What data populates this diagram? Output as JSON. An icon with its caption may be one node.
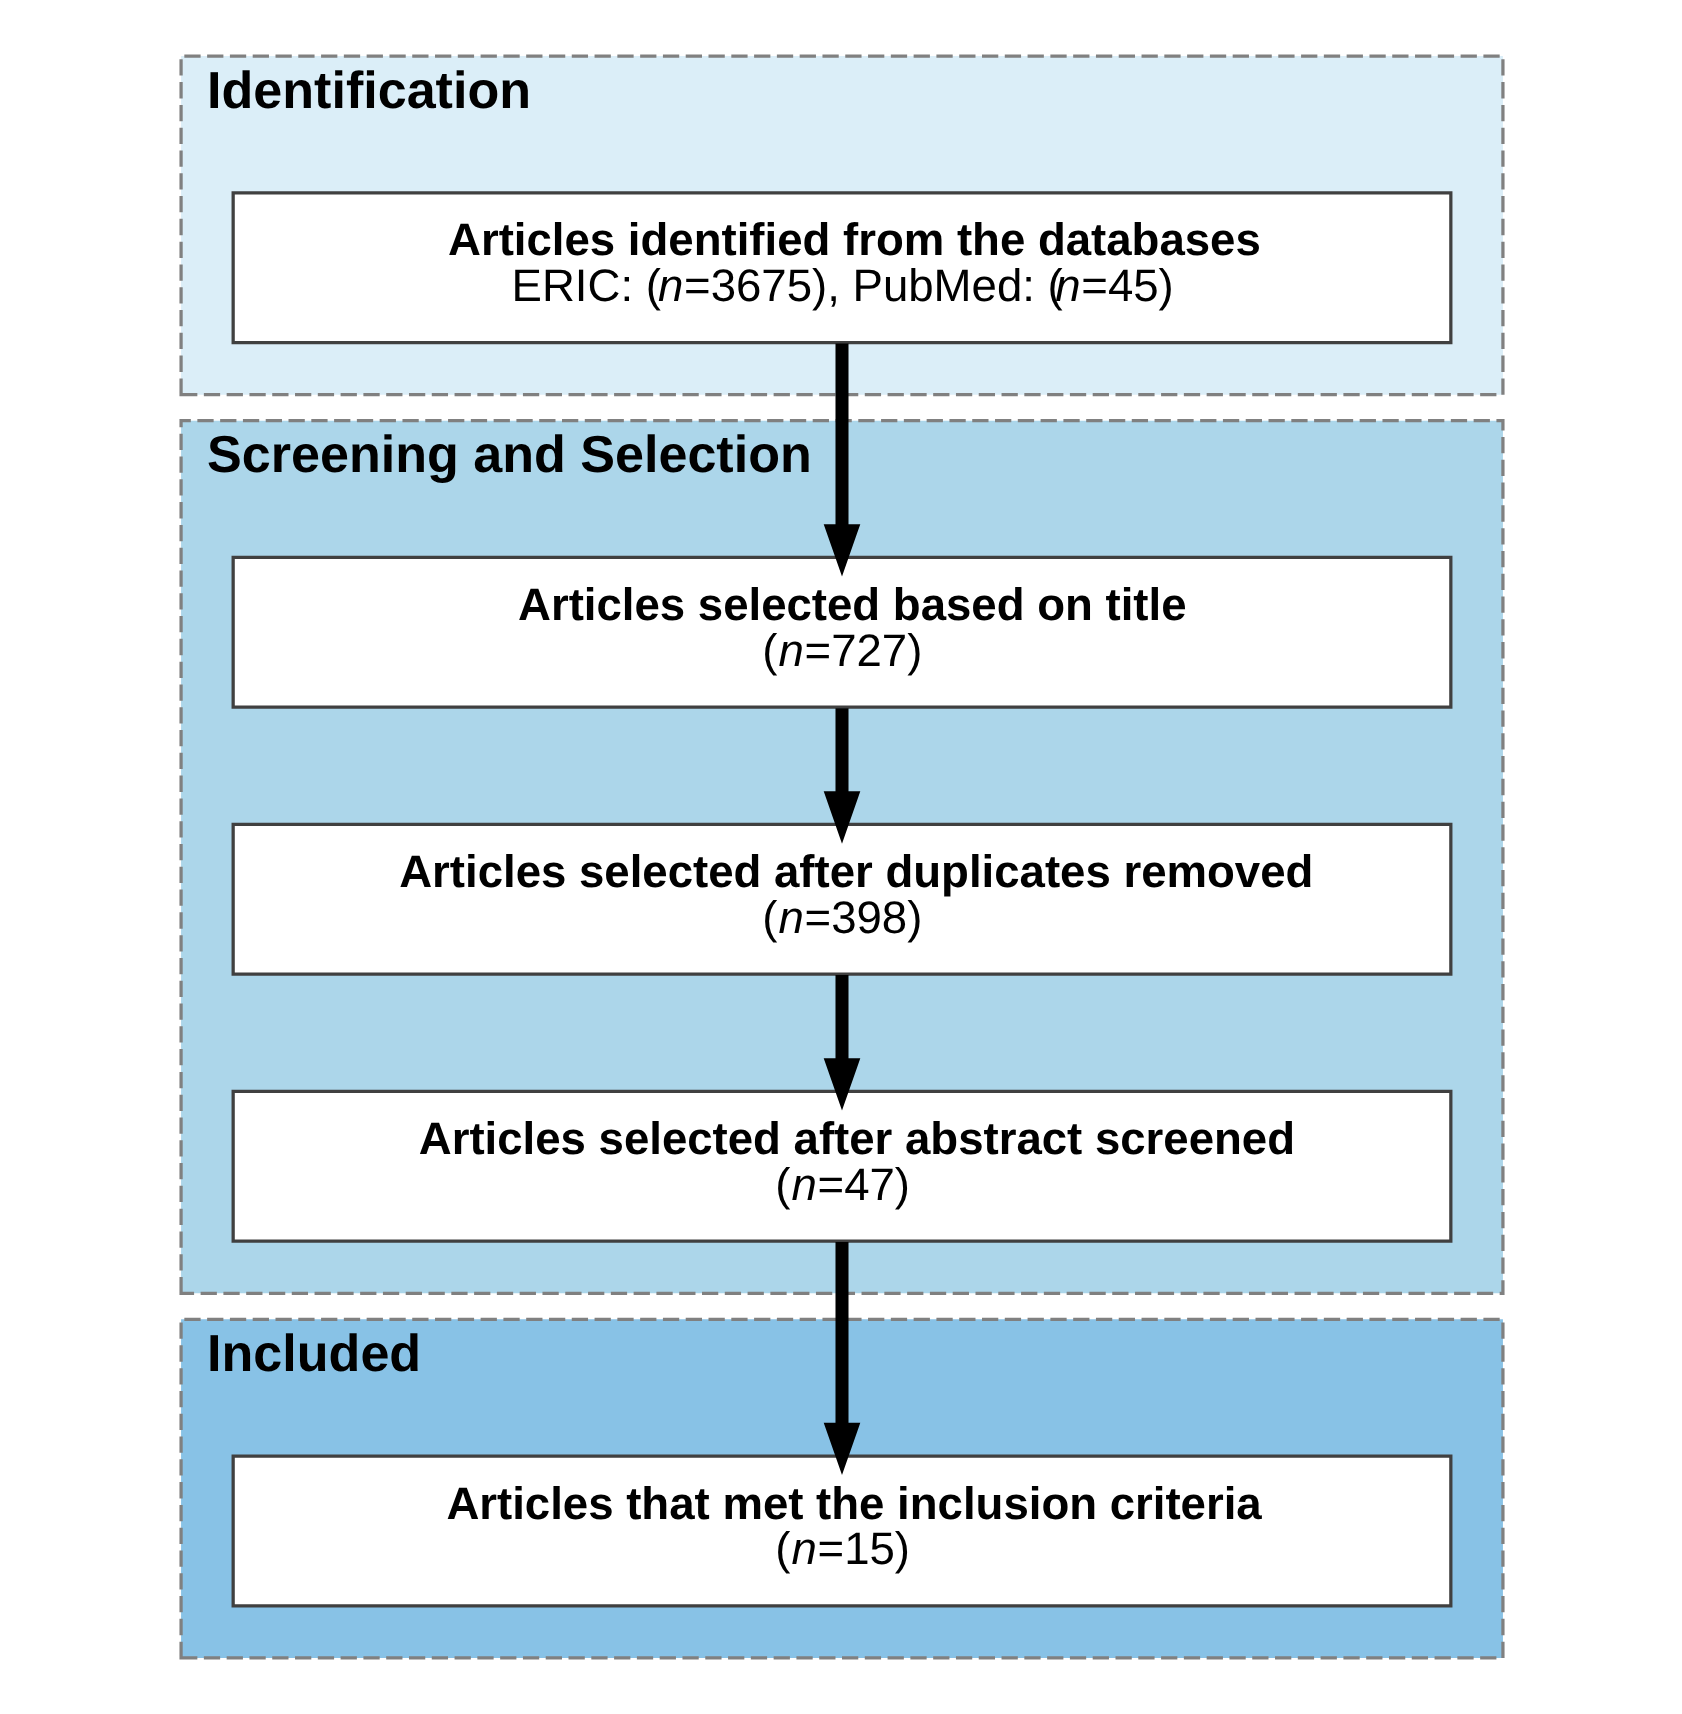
{
  "diagram": {
    "nodes": [
      {
        "text": [
          "Identification"
        ]
      },
      {
        "text": [
          "Articles identified from the databases",
          "ERIC: (*n*=3675), PubMed: (*n*=45)"
        ],
        "in": 0
      },
      {
        "text": [
          "Screening and Selection"
        ]
      },
      {
        "text": [
          "Articles selected based on title",
          "(*n*=727)"
        ],
        "in": 2
      },
      {
        "text": [
          "Articles selected after duplicates removed",
          "(*n*=398)"
        ],
        "in": 2
      },
      {
        "text": [
          "Articles selected after abstract screened",
          "(*n*=47)"
        ],
        "in": 2
      },
      {
        "text": [
          "Included"
        ]
      },
      {
        "text": [
          "Articles that met the inclusion criteria",
          "(*n*=15)"
        ],
        "in": 6
      }
    ],
    "edges": [
      {
        "from": 1,
        "to": 3,
        "arrow": "to"
      },
      {
        "from": 3,
        "to": 4,
        "arrow": "to"
      },
      {
        "from": 4,
        "to": 5,
        "arrow": "to"
      },
      {
        "from": 5,
        "to": 7,
        "arrow": "to"
      }
    ]
  }
}
